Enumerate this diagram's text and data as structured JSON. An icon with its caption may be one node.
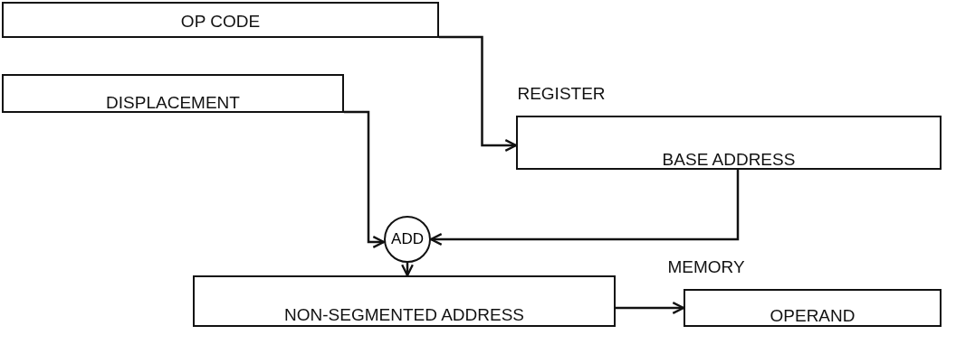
{
  "diagram": {
    "nodes": [
      {
        "text": [
          "OP CODE"
        ]
      },
      {
        "text": [
          "DISPLACEMENT"
        ]
      },
      {
        "text": [
          "REGISTER",
          "BASE ADDRESS"
        ]
      },
      {
        "text": [
          "ADD"
        ]
      },
      {
        "text": [
          "NON-SEGMENTED ADDRESS"
        ]
      },
      {
        "text": [
          "MEMORY",
          "OPERAND"
        ]
      }
    ],
    "edges": [
      {
        "from": 0,
        "to": 2,
        "arrow": "to"
      },
      {
        "from": 1,
        "to": 3,
        "arrow": "to"
      },
      {
        "from": 2,
        "to": 3,
        "arrow": "to"
      },
      {
        "from": 3,
        "to": 4,
        "arrow": "to"
      },
      {
        "from": 4,
        "to": 5,
        "arrow": "to"
      }
    ]
  }
}
